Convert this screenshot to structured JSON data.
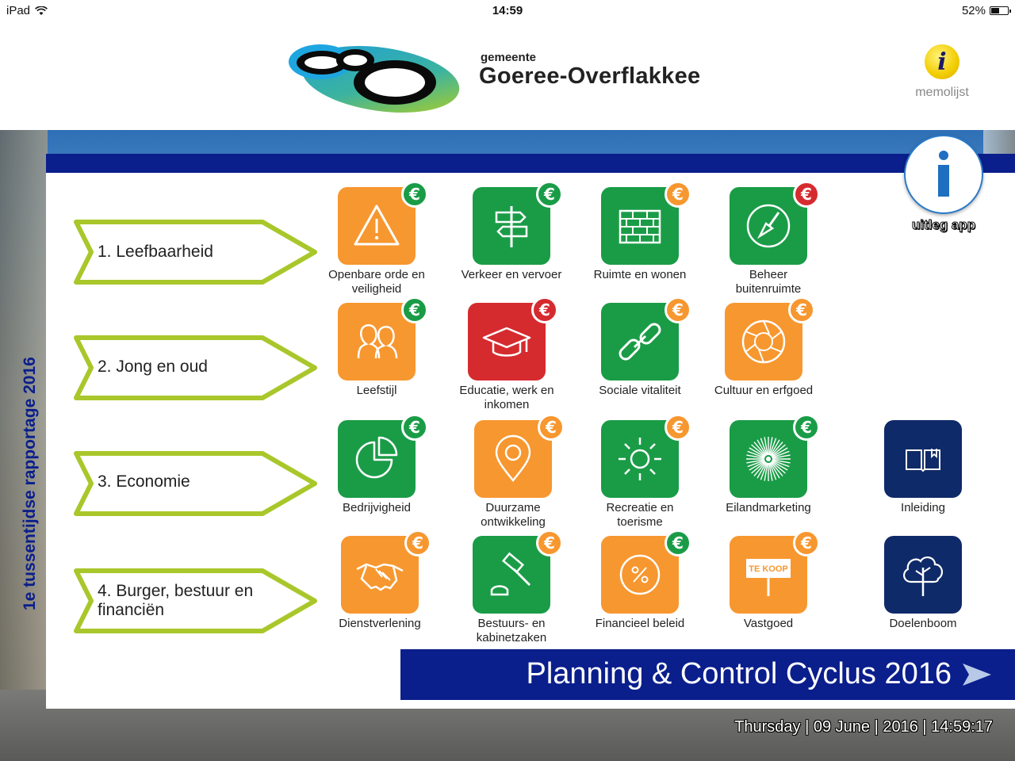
{
  "status_bar": {
    "device": "iPad",
    "time": "14:59",
    "battery": "52%",
    "battery_level": 0.52
  },
  "header": {
    "brand_small": "gemeente",
    "brand_name": "Goeree-Overflakkee",
    "memo_icon": "info-icon",
    "memo_label": "memolijst"
  },
  "sidebar_title": "1e tussentijdse rapportage 2016",
  "themes": [
    {
      "label": "1. Leefbaarheid"
    },
    {
      "label": "2. Jong en oud"
    },
    {
      "label": "3. Economie"
    },
    {
      "label": "4. Burger, bestuur en financiën"
    }
  ],
  "tiles": [
    {
      "label": "Openbare orde en veiligheid",
      "color": "#f7972f",
      "euro": "€",
      "euro_color": "#1a9c47",
      "icon": "warning-icon"
    },
    {
      "label": "Verkeer en vervoer",
      "color": "#1a9c47",
      "euro": "€",
      "euro_color": "#1a9c47",
      "icon": "signpost-icon"
    },
    {
      "label": "Ruimte en wonen",
      "color": "#1a9c47",
      "euro": "€",
      "euro_color": "#f7972f",
      "icon": "brick-wall-icon"
    },
    {
      "label": "Beheer buitenruimte",
      "color": "#1a9c47",
      "euro": "€",
      "euro_color": "#d52b2f",
      "icon": "shovel-icon"
    },
    {
      "label": "Leefstijl",
      "color": "#f7972f",
      "euro": "€",
      "euro_color": "#1a9c47",
      "icon": "people-icon"
    },
    {
      "label": "Educatie, werk en inkomen",
      "color": "#d52b2f",
      "euro": "€",
      "euro_color": "#d52b2f",
      "icon": "graduation-cap-icon"
    },
    {
      "label": "Sociale vitaliteit",
      "color": "#1a9c47",
      "euro": "€",
      "euro_color": "#f7972f",
      "icon": "chain-link-icon"
    },
    {
      "label": "Cultuur en erfgoed",
      "color": "#f7972f",
      "euro": "€",
      "euro_color": "#f7972f",
      "icon": "aperture-icon"
    },
    {
      "label": "Bedrijvigheid",
      "color": "#1a9c47",
      "euro": "€",
      "euro_color": "#1a9c47",
      "icon": "pie-chart-icon"
    },
    {
      "label": "Duurzame ontwikkeling",
      "color": "#f7972f",
      "euro": "€",
      "euro_color": "#f7972f",
      "icon": "map-pin-icon"
    },
    {
      "label": "Recreatie en toerisme",
      "color": "#1a9c47",
      "euro": "€",
      "euro_color": "#f7972f",
      "icon": "sun-icon"
    },
    {
      "label": "Eilandmarketing",
      "color": "#1a9c47",
      "euro": "€",
      "euro_color": "#1a9c47",
      "icon": "starburst-icon"
    },
    {
      "label": "Inleiding",
      "color": "#0f2a68",
      "icon": "book-icon"
    },
    {
      "label": "Dienstverlening",
      "color": "#f7972f",
      "euro": "€",
      "euro_color": "#f7972f",
      "icon": "handshake-icon"
    },
    {
      "label": "Bestuurs- en kabinetzaken",
      "color": "#1a9c47",
      "euro": "€",
      "euro_color": "#f7972f",
      "icon": "gavel-icon"
    },
    {
      "label": "Financieel beleid",
      "color": "#f7972f",
      "euro": "€",
      "euro_color": "#1a9c47",
      "icon": "percent-icon"
    },
    {
      "label": "Vastgoed",
      "color": "#f7972f",
      "euro": "€",
      "euro_color": "#f7972f",
      "icon": "for-sale-sign-icon",
      "sign_text": "TE KOOP"
    },
    {
      "label": "Doelenboom",
      "color": "#0f2a68",
      "icon": "tree-icon"
    }
  ],
  "uitleg": {
    "label": "uitleg app",
    "icon": "info-icon"
  },
  "banner": {
    "text": "Planning & Control Cyclus 2016",
    "icon": "arrow-right-icon"
  },
  "footer": {
    "datetime": "Thursday | 09 June | 2016 | 14:59:17"
  }
}
